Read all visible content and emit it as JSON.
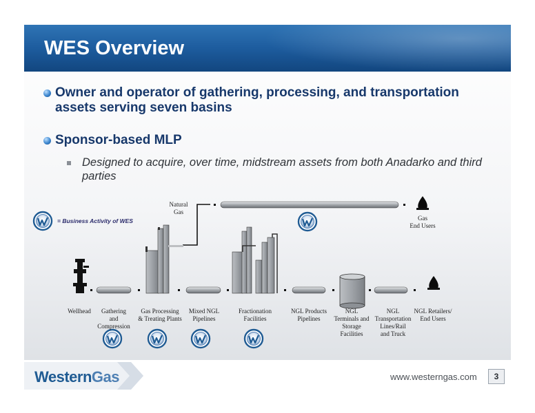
{
  "slide": {
    "title": "WES Overview",
    "bullets": [
      "Owner and operator of gathering, processing, and transportation assets serving seven basins",
      "Sponsor-based MLP"
    ],
    "sub_bullet": "Designed to acquire, over time, midstream assets from both Anadarko and third parties"
  },
  "diagram": {
    "legend": "= Business Activity of WES",
    "natural_gas_line1": "Natural",
    "natural_gas_line2": "Gas",
    "gas_end_users_line1": "Gas",
    "gas_end_users_line2": "End Users",
    "stages": {
      "wellhead": [
        "Wellhead"
      ],
      "gathering": [
        "Gathering",
        "and",
        "Compression"
      ],
      "gas_processing": [
        "Gas Processing",
        "& Treating Plants"
      ],
      "mixed_ngl": [
        "Mixed NGL",
        "Pipelines"
      ],
      "fractionation": [
        "Fractionation",
        "Facilities"
      ],
      "ngl_products": [
        "NGL Products",
        "Pipelines"
      ],
      "ngl_terminals": [
        "NGL",
        "Terminals and",
        "Storage",
        "Facilities"
      ],
      "ngl_transportation": [
        "NGL",
        "Transportation",
        "Lines/Rail",
        "and Truck"
      ],
      "ngl_retailers": [
        "NGL Retailers/",
        "End Users"
      ]
    }
  },
  "footer": {
    "logo_a": "Western",
    "logo_b": "Gas",
    "url": "www.westerngas.com",
    "page": "3"
  },
  "colors": {
    "title_bar": "#1d5c9e",
    "heading_text": "#17386b",
    "logo_blue": "#1f5b93"
  }
}
